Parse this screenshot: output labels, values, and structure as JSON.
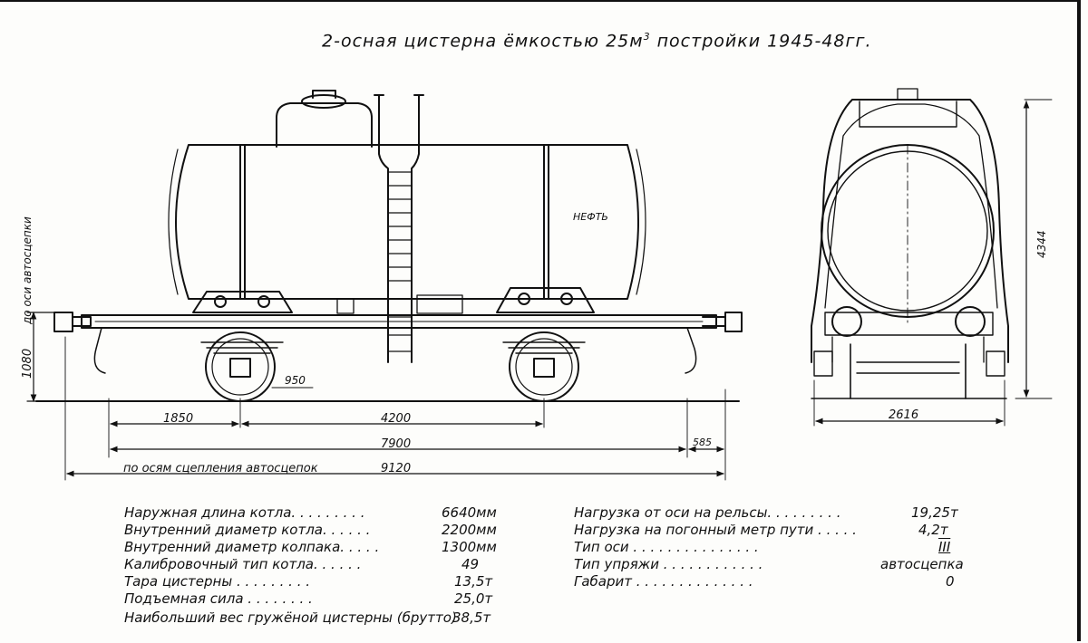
{
  "title": {
    "text": "2-осная цистерна ёмкостью 25м",
    "sup": "3",
    "tail": " постройки 1945-48гг."
  },
  "drawing": {
    "tank_label": "НЕФТЬ",
    "dimensions": {
      "d1850": "1850",
      "d4200": "4200",
      "d7900": "7900",
      "d585": "585",
      "d9120": "9120",
      "d950": "950",
      "d1080": "1080",
      "d2616": "2616",
      "d4344": "4344",
      "axle_text": "до оси автосцепки",
      "coupler_text": "по осям сцепления автосцепок"
    }
  },
  "specs_left": [
    {
      "label": "Наружная длина котла.  .  .  .  .  .  .  .  .",
      "value": "6640мм"
    },
    {
      "label": "Внутренний диаметр котла.  .  .  .  .  .",
      "value": "2200мм"
    },
    {
      "label": "Внутренний диаметр колпака.  .  .  .  .",
      "value": "1300мм"
    },
    {
      "label": "Калибровочный тип котла.  .  .  .  .  .",
      "value": "49"
    },
    {
      "label": "Тара цистерны  .  .  .  .  .  .  .  .  .",
      "value": "13,5т"
    },
    {
      "label": "Подъемная сила  .  .  .  .  .  .  .  .",
      "value": "25,0т"
    },
    {
      "label": "Наибольший вес гружёной цистерны (брутто)",
      "value": "38,5т"
    }
  ],
  "specs_right": [
    {
      "label": "Нагрузка от оси на рельсы.  .  .  .  .  .  .  .  .",
      "value": "19,25т"
    },
    {
      "label": "Нагрузка на погонный метр пути .  .  .  .  .",
      "value": "4,2т"
    },
    {
      "label": "Тип оси .  .  .  .  .  .  .  .  .  .  .  .  .  .  .",
      "value": "III"
    },
    {
      "label": "Тип упряжи  .  .  .  .  .  .  .  .  .  .  .  .",
      "value": "автосцепка"
    },
    {
      "label": "Габарит  .  .  .  .  .  .  .  .  .  .  .  .  .  .",
      "value": "0"
    }
  ]
}
